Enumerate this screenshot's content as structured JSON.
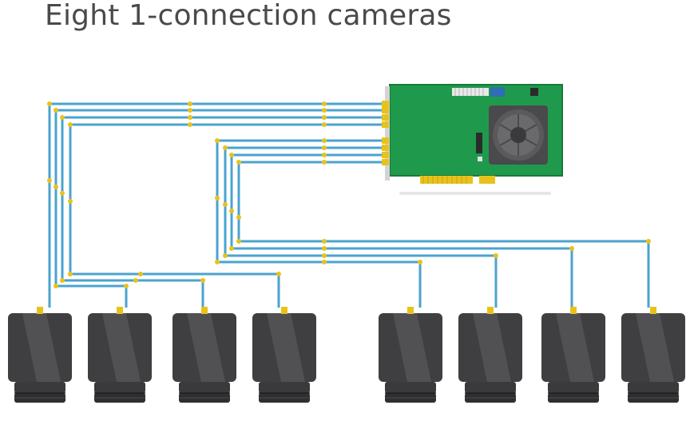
{
  "diagram": {
    "title": "Eight 1-connection cameras",
    "camera_count": 8,
    "connections_per_camera": 1,
    "colors": {
      "cable": "#4ba3cf",
      "connector": "#e8c21c",
      "board": "#1f9a4c",
      "board_dark": "#177a3b",
      "camera_body": "#3f3f41",
      "camera_shade": "#555557",
      "heatsink": "#4a4a4c"
    },
    "icons": [
      "frame-grabber-card",
      "camera"
    ]
  }
}
